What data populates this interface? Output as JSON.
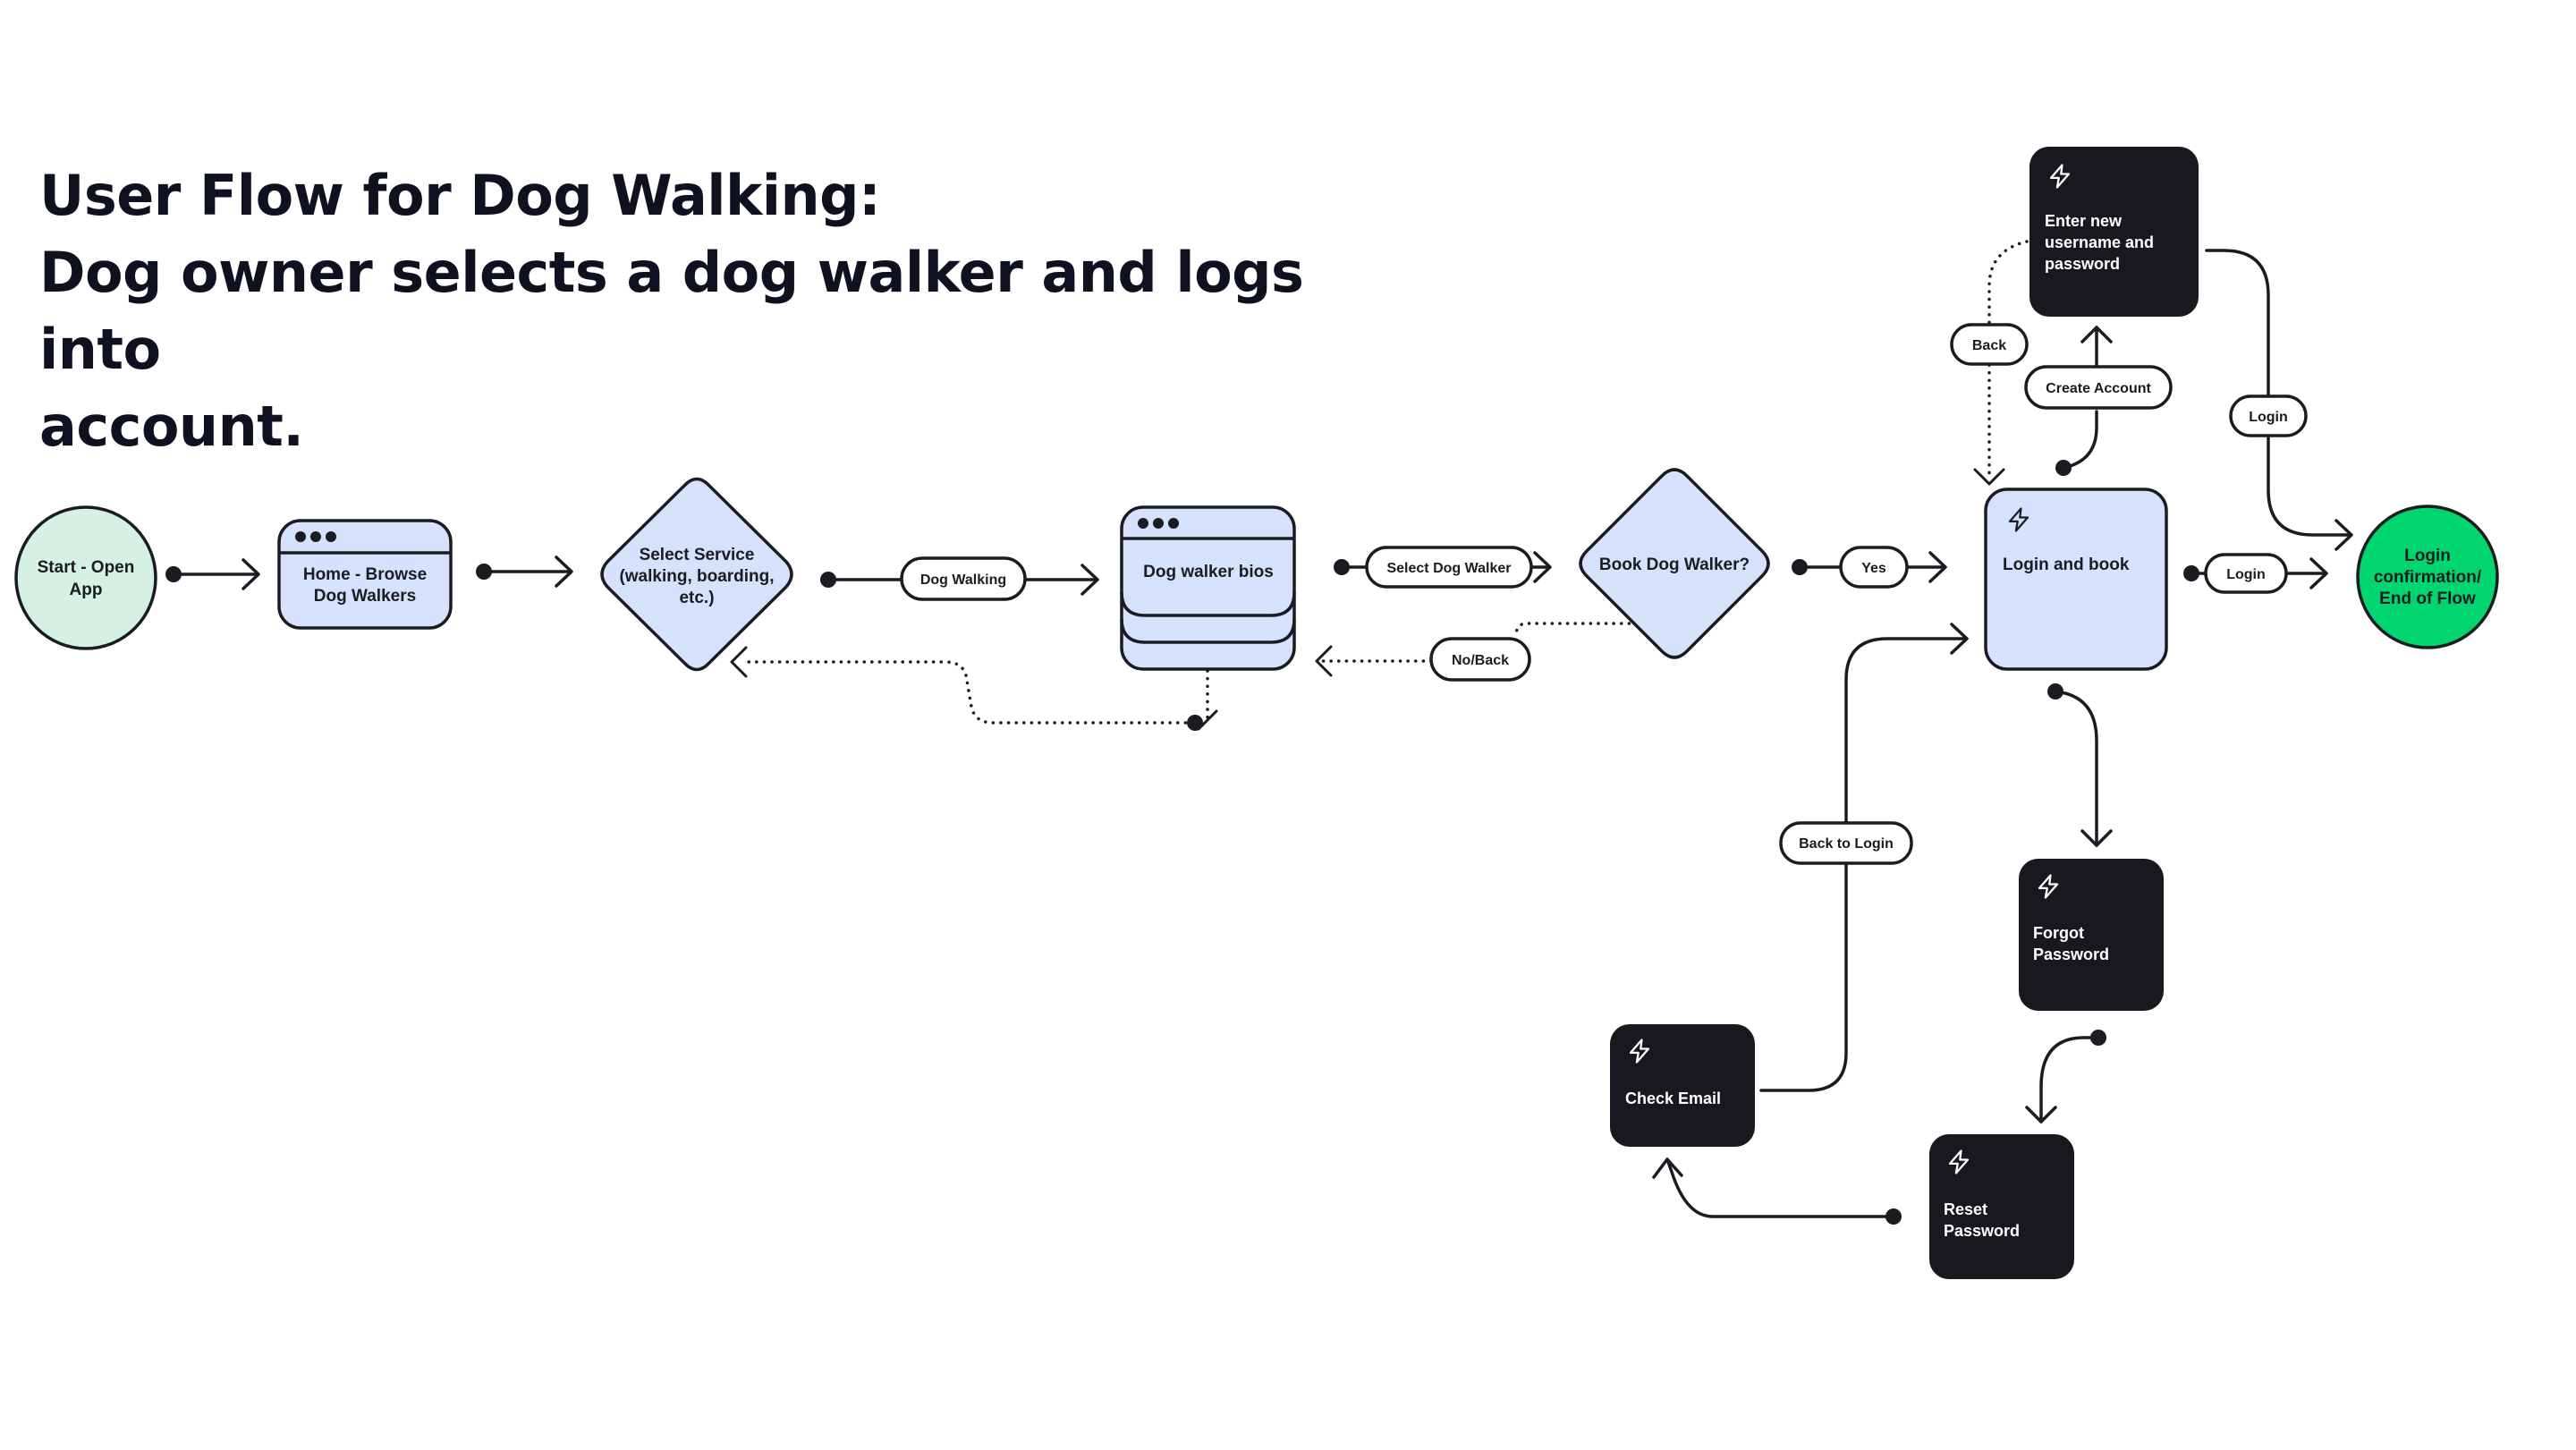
{
  "title": {
    "line1": "User Flow for Dog Walking:",
    "line2": "Dog owner selects a dog walker and logs into",
    "line3": "account."
  },
  "colors": {
    "stroke": "#1b1c22",
    "screen_fill": "#d6e2fc",
    "start_fill": "#d5f1e3",
    "end_fill": "#00d56f",
    "action_fill": "#18191e"
  },
  "nodes": {
    "start": {
      "type": "terminal",
      "lines": [
        "Start - Open",
        "App"
      ]
    },
    "home": {
      "type": "screen",
      "lines": [
        "Home - Browse",
        "Dog Walkers"
      ]
    },
    "select_service": {
      "type": "decision",
      "lines": [
        "Select Service",
        "(walking, boarding,",
        "etc.)"
      ]
    },
    "bios": {
      "type": "screen-stack",
      "lines": [
        "Dog walker bios"
      ]
    },
    "book": {
      "type": "decision",
      "lines": [
        "Book Dog Walker?"
      ]
    },
    "login_book": {
      "type": "screen-action",
      "icon": "lightning-icon",
      "lines": [
        "Login and book"
      ]
    },
    "enter_new": {
      "type": "action",
      "icon": "lightning-icon",
      "lines": [
        "Enter new",
        "username and",
        "password"
      ]
    },
    "end": {
      "type": "terminal",
      "lines": [
        "Login",
        "confirmation/",
        "End of Flow"
      ]
    },
    "forgot": {
      "type": "action",
      "icon": "lightning-icon",
      "lines": [
        "Forgot",
        "Password"
      ]
    },
    "check_email": {
      "type": "action",
      "icon": "lightning-icon",
      "lines": [
        "Check Email"
      ]
    },
    "reset": {
      "type": "action",
      "icon": "lightning-icon",
      "lines": [
        "Reset",
        "Password"
      ]
    }
  },
  "edge_labels": {
    "dog_walking": "Dog Walking",
    "select_dog_walker": "Select Dog Walker",
    "no_back": "No/Back",
    "yes": "Yes",
    "login_main": "Login",
    "login_top": "Login",
    "create_account": "Create Account",
    "back": "Back",
    "back_to_login": "Back to Login"
  }
}
